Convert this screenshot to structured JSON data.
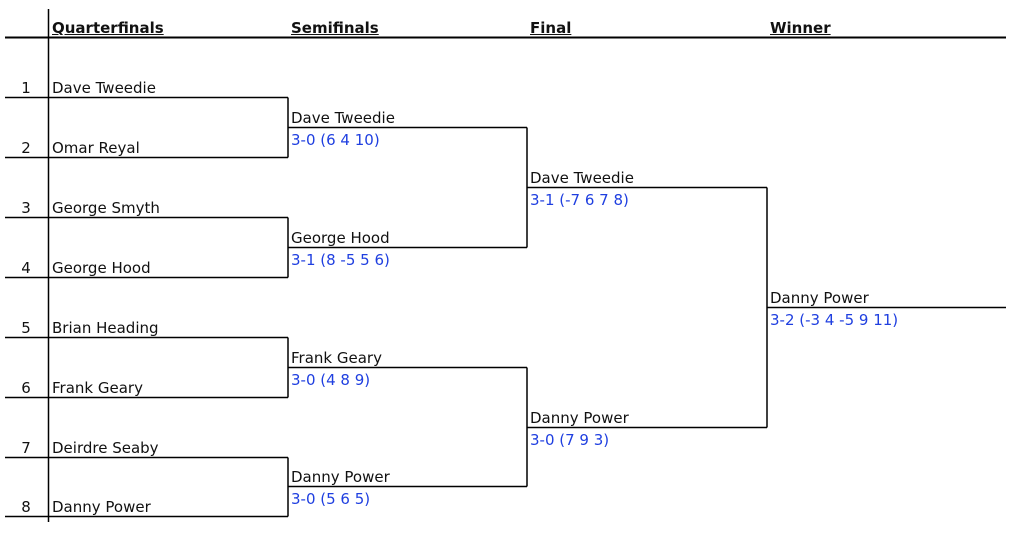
{
  "headers": {
    "quarterfinals": "Quarterfinals",
    "semifinals": "Semifinals",
    "final": "Final",
    "winner": "Winner"
  },
  "quarterfinals": [
    {
      "seed": "1",
      "name": "Dave Tweedie"
    },
    {
      "seed": "2",
      "name": "Omar Reyal"
    },
    {
      "seed": "3",
      "name": "George Smyth"
    },
    {
      "seed": "4",
      "name": "George Hood"
    },
    {
      "seed": "5",
      "name": "Brian Heading"
    },
    {
      "seed": "6",
      "name": "Frank Geary"
    },
    {
      "seed": "7",
      "name": "Deirdre Seaby"
    },
    {
      "seed": "8",
      "name": "Danny Power"
    }
  ],
  "semifinals": [
    {
      "name": "Dave Tweedie",
      "score": "3-0 (6 4 10)"
    },
    {
      "name": "George Hood",
      "score": "3-1 (8 -5 5 6)"
    },
    {
      "name": "Frank Geary",
      "score": "3-0 (4 8 9)"
    },
    {
      "name": "Danny Power",
      "score": "3-0 (5 6 5)"
    }
  ],
  "final": [
    {
      "name": "Dave Tweedie",
      "score": "3-1 (-7 6 7 8)"
    },
    {
      "name": "Danny Power",
      "score": "3-0 (7 9 3)"
    }
  ],
  "winner": {
    "name": "Danny Power",
    "score": "3-2 (-3 4 -5 9 11)"
  },
  "colors": {
    "line": "#000000",
    "text": "#111111",
    "score": "#1f3fe0"
  }
}
